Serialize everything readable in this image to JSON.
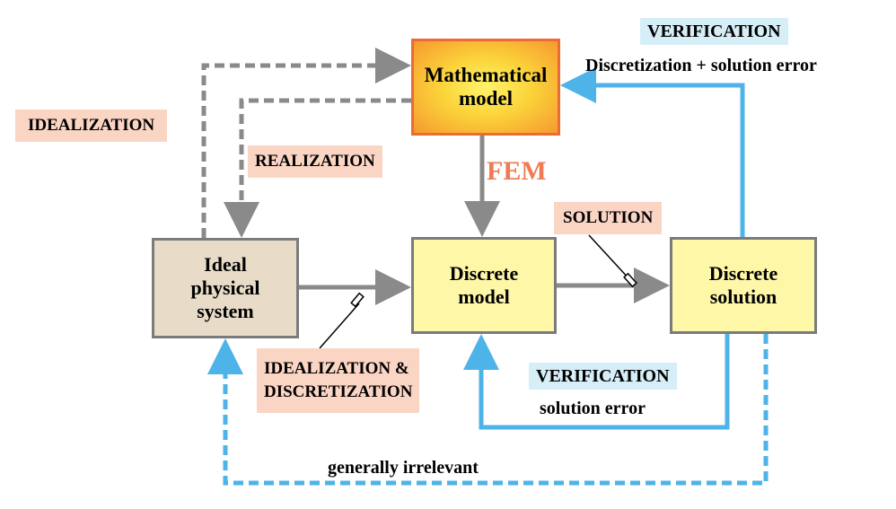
{
  "nodes": {
    "math_model": {
      "line1": "Mathematical",
      "line2": "model"
    },
    "ideal_system": {
      "line1": "Ideal",
      "line2": "physical",
      "line3": "system"
    },
    "discrete_model": {
      "line1": "Discrete",
      "line2": "model"
    },
    "discrete_solution": {
      "line1": "Discrete",
      "line2": "solution"
    }
  },
  "labels": {
    "idealization": "IDEALIZATION",
    "realization": "REALIZATION",
    "fem": "FEM",
    "solution": "SOLUTION",
    "idealization_discretization_line1": "IDEALIZATION &",
    "idealization_discretization_line2": "DISCRETIZATION",
    "verification_top": "VERIFICATION",
    "discretization_solution_error": "Discretization + solution error",
    "verification_bottom": "VERIFICATION",
    "solution_error": "solution error",
    "generally_irrelevant": "generally irrelevant"
  },
  "colors": {
    "gray_arrow": "#8a8a8a",
    "blue_arrow": "#4db3e8",
    "math_border": "#ec6a35",
    "fem_text": "#ee7b53",
    "peach_tag": "#fbd5c4",
    "blue_tag": "#d6eef8"
  }
}
